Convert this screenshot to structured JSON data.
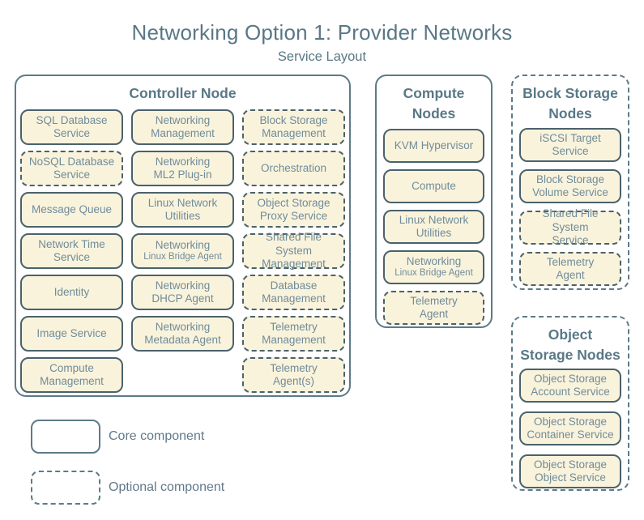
{
  "header": {
    "title": "Networking Option 1: Provider Networks",
    "subtitle": "Service Layout"
  },
  "colors": {
    "group_border": "#5d7a88",
    "box_border": "#4a626c",
    "box_fill": "#faf3dc",
    "label_text": "#6f8c9a",
    "title_text": "#597886"
  },
  "groups": [
    {
      "name": "controller-node",
      "title": "Controller Node",
      "border_style": "solid",
      "services": [
        {
          "label": "SQL Database\nService",
          "style": "core"
        },
        {
          "label": "Networking\nManagement",
          "style": "core"
        },
        {
          "label": "Block Storage\nManagement",
          "style": "optional"
        },
        {
          "label": "NoSQL Database\nService",
          "style": "optional"
        },
        {
          "label": "Networking\nML2 Plug-in",
          "style": "core"
        },
        {
          "label": "Orchestration",
          "style": "optional"
        },
        {
          "label": "Message Queue",
          "style": "core"
        },
        {
          "label": "Linux Network\nUtilities",
          "style": "core"
        },
        {
          "label": "Object Storage\nProxy Service",
          "style": "optional"
        },
        {
          "label": "Network Time\nService",
          "style": "core"
        },
        {
          "label": "Networking",
          "sublabel": "Linux Bridge Agent",
          "style": "core"
        },
        {
          "label": "Shared File System\nManagement",
          "style": "optional"
        },
        {
          "label": "Identity",
          "style": "core"
        },
        {
          "label": "Networking\nDHCP Agent",
          "style": "core"
        },
        {
          "label": "Database\nManagement",
          "style": "optional"
        },
        {
          "label": "Image Service",
          "style": "core"
        },
        {
          "label": "Networking\nMetadata Agent",
          "style": "core"
        },
        {
          "label": "Telemetry\nManagement",
          "style": "optional"
        },
        {
          "label": "Compute\nManagement",
          "style": "core"
        },
        {
          "label": "",
          "style": "empty"
        },
        {
          "label": "Telemetry\nAgent(s)",
          "style": "optional"
        }
      ]
    },
    {
      "name": "compute-nodes",
      "title": "Compute\nNodes",
      "border_style": "solid",
      "services": [
        {
          "label": "KVM Hypervisor",
          "style": "core"
        },
        {
          "label": "Compute",
          "style": "core"
        },
        {
          "label": "Linux Network\nUtilities",
          "style": "core"
        },
        {
          "label": "Networking",
          "sublabel": "Linux Bridge Agent",
          "style": "core"
        },
        {
          "label": "Telemetry\nAgent",
          "style": "optional"
        }
      ]
    },
    {
      "name": "block-storage-nodes",
      "title": "Block Storage\nNodes",
      "border_style": "dashed",
      "services": [
        {
          "label": "iSCSI Target\nService",
          "style": "core"
        },
        {
          "label": "Block Storage\nVolume Service",
          "style": "core"
        },
        {
          "label": "Shared File System\nService",
          "style": "optional"
        },
        {
          "label": "Telemetry\nAgent",
          "style": "optional"
        }
      ]
    },
    {
      "name": "object-storage-nodes",
      "title": "Object\nStorage Nodes",
      "border_style": "dashed",
      "services": [
        {
          "label": "Object Storage\nAccount Service",
          "style": "core"
        },
        {
          "label": "Object Storage\nContainer Service",
          "style": "core"
        },
        {
          "label": "Object Storage\nObject Service",
          "style": "core"
        }
      ]
    }
  ],
  "legend": [
    {
      "label": "Core component",
      "style": "core"
    },
    {
      "label": "Optional component",
      "style": "optional"
    }
  ]
}
